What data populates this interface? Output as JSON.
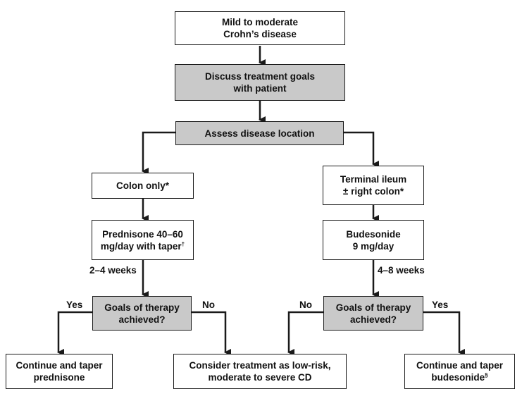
{
  "diagram": {
    "nodes": {
      "start": {
        "text": "Mild to moderate\nCrohn’s disease"
      },
      "discuss": {
        "text": "Discuss treatment goals\nwith patient"
      },
      "assess": {
        "text": "Assess disease location"
      },
      "colon": {
        "text": "Colon only*"
      },
      "ileum": {
        "text": "Terminal ileum\n± right colon*"
      },
      "prednisone": {
        "text": "Prednisone 40–60\nmg/day with taper",
        "sup": "†"
      },
      "budesonide": {
        "text": "Budesonide\n9 mg/day"
      },
      "goals_left": {
        "text": "Goals of therapy\nachieved?"
      },
      "goals_right": {
        "text": "Goals of therapy\nachieved?"
      },
      "continue_prednisone": {
        "text": "Continue and taper\nprednisone"
      },
      "consider_treatment": {
        "text": "Consider treatment as low-risk,\nmoderate to severe CD"
      },
      "continue_budesonide": {
        "text": "Continue and taper\nbudesonide",
        "sup": "§"
      }
    },
    "edge_labels": {
      "left_duration": "2–4 weeks",
      "right_duration": "4–8 weeks",
      "left_yes": "Yes",
      "left_no": "No",
      "right_no": "No",
      "right_yes": "Yes"
    },
    "colors": {
      "shaded_fill": "#c9c9c9",
      "line": "#1a1a1a"
    }
  }
}
